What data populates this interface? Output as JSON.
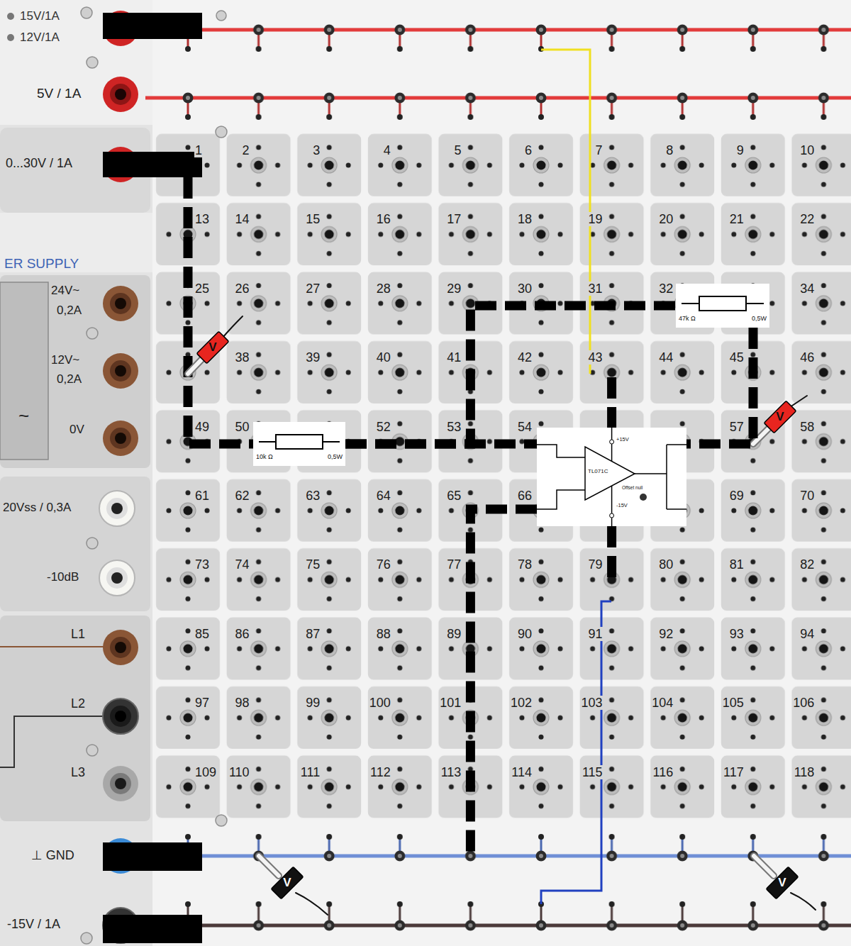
{
  "diagram": {
    "nodes": [
      {
        "text": [
          "47k Ω",
          "0,5W"
        ]
      },
      {
        "text": [
          "V"
        ]
      },
      {
        "text": [
          "V"
        ]
      },
      {
        "text": [
          "10k Ω",
          "0,5W"
        ]
      },
      {
        "text": [
          "+15V",
          "TL071C",
          "Offset null",
          "-15V"
        ]
      },
      {
        "text": [
          "V"
        ]
      },
      {
        "text": [
          "V"
        ]
      }
    ],
    "edges": [
      {
        "from": 3,
        "to": 4,
        "arrow": "none"
      },
      {
        "from": 3,
        "to": 0,
        "arrow": "none"
      },
      {
        "from": 0,
        "to": 4,
        "arrow": "none"
      }
    ],
    "labels": [
      "15V/1A",
      "12V/1A",
      "5V / 1A",
      "0...30V / 1A",
      "ER SUPPLY",
      "24V~",
      "0,2A",
      "12V~",
      "0,2A",
      "~",
      "0V",
      "20Vss / 0,3A",
      "-10dB",
      "L1",
      "L2",
      "L3",
      "⊥ GND",
      "-15V / 1A",
      "1",
      "2",
      "3",
      "4",
      "5",
      "6",
      "7",
      "8",
      "9",
      "10",
      "13",
      "14",
      "15",
      "16",
      "17",
      "18",
      "19",
      "20",
      "21",
      "22",
      "25",
      "26",
      "27",
      "28",
      "29",
      "30",
      "31",
      "32",
      "34",
      "38",
      "39",
      "40",
      "41",
      "42",
      "43",
      "44",
      "45",
      "46",
      "49",
      "50",
      "52",
      "53",
      "54",
      "57",
      "58",
      "61",
      "62",
      "63",
      "64",
      "65",
      "66",
      "69",
      "70",
      "73",
      "74",
      "75",
      "76",
      "77",
      "78",
      "79",
      "80",
      "81",
      "82",
      "85",
      "86",
      "87",
      "88",
      "89",
      "90",
      "91",
      "92",
      "93",
      "94",
      "97",
      "98",
      "99",
      "100",
      "101",
      "102",
      "103",
      "104",
      "105",
      "106",
      "109",
      "110",
      "111",
      "112",
      "113",
      "114",
      "115",
      "116",
      "117",
      "118"
    ]
  }
}
